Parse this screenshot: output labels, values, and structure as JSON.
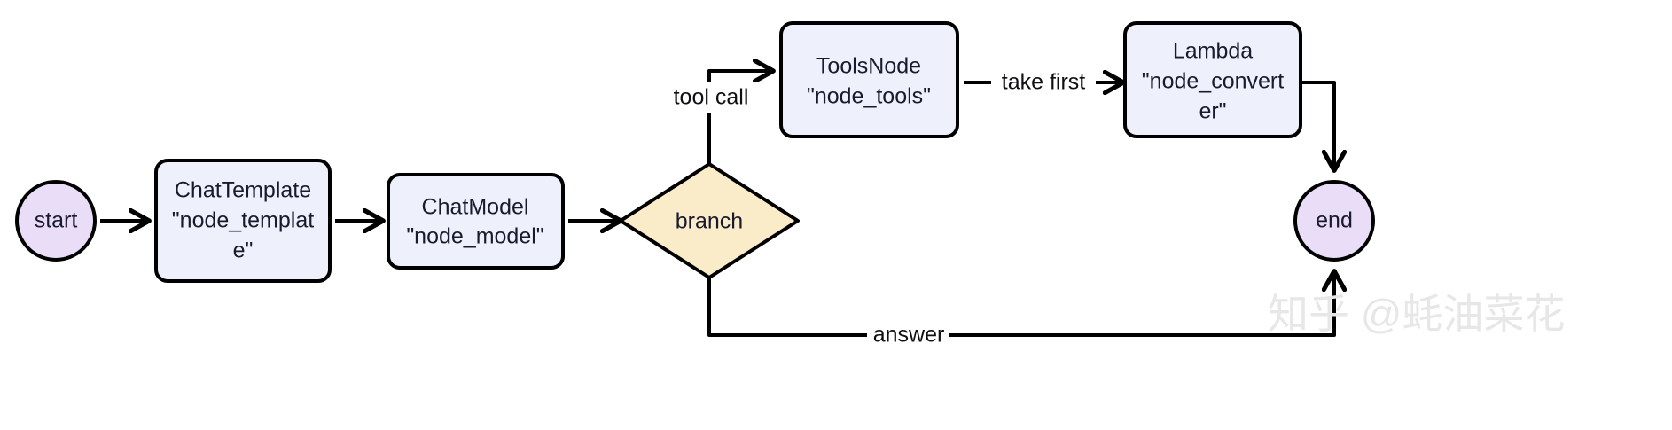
{
  "diagram": {
    "type": "flowchart",
    "background": "#ffffff",
    "colors": {
      "terminal_fill": "#e9ddf7",
      "process_fill": "#eef1fb",
      "decision_fill": "#fbecc9",
      "stroke": "#000000",
      "text": "#1a1a2e",
      "watermark": "#e7e7e7"
    },
    "nodes": [
      {
        "id": "start",
        "shape": "circle",
        "label_lines": [
          "start"
        ]
      },
      {
        "id": "node_template",
        "shape": "rounded-rect",
        "label_lines": [
          "ChatTemplate",
          "\"node_templat",
          "e\""
        ]
      },
      {
        "id": "node_model",
        "shape": "rounded-rect",
        "label_lines": [
          "ChatModel",
          "\"node_model\""
        ]
      },
      {
        "id": "branch",
        "shape": "diamond",
        "label_lines": [
          "branch"
        ]
      },
      {
        "id": "node_tools",
        "shape": "rounded-rect",
        "label_lines": [
          "ToolsNode",
          "\"node_tools\""
        ]
      },
      {
        "id": "node_converter",
        "shape": "rounded-rect",
        "label_lines": [
          "Lambda",
          "\"node_convert",
          "er\""
        ]
      },
      {
        "id": "end",
        "shape": "circle",
        "label_lines": [
          "end"
        ]
      }
    ],
    "edges": [
      {
        "from": "start",
        "to": "node_template",
        "label": ""
      },
      {
        "from": "node_template",
        "to": "node_model",
        "label": ""
      },
      {
        "from": "node_model",
        "to": "branch",
        "label": ""
      },
      {
        "from": "branch",
        "to": "node_tools",
        "label": "tool call"
      },
      {
        "from": "node_tools",
        "to": "node_converter",
        "label": "take first"
      },
      {
        "from": "node_converter",
        "to": "end",
        "label": ""
      },
      {
        "from": "branch",
        "to": "end",
        "label": "answer"
      }
    ]
  },
  "watermark": {
    "text": "知乎 @蚝油菜花"
  }
}
